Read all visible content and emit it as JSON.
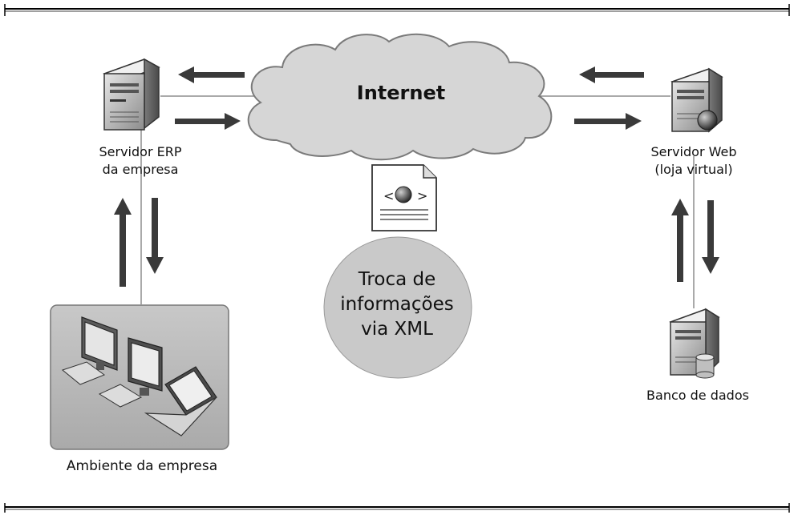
{
  "internet": {
    "label": "Internet"
  },
  "erp_server": {
    "label_line1": "Servidor ERP",
    "label_line2": "da empresa"
  },
  "web_server": {
    "label_line1": "Servidor Web",
    "label_line2": "(loja virtual)"
  },
  "database": {
    "label": "Banco de dados"
  },
  "company_env": {
    "label": "Ambiente da empresa"
  },
  "xml_exchange": {
    "line1": "Troca de",
    "line2": "informações",
    "line3": "via XML"
  },
  "icons": [
    "server-icon",
    "web-server-icon",
    "database-server-icon",
    "xml-document-icon",
    "computers-icon",
    "cloud-icon"
  ],
  "colors": {
    "cloud": "#d8d8d8",
    "ellipse": "#c9c9c9",
    "arrow": "#3a3a3a",
    "env_box": "#bdbdbd"
  }
}
